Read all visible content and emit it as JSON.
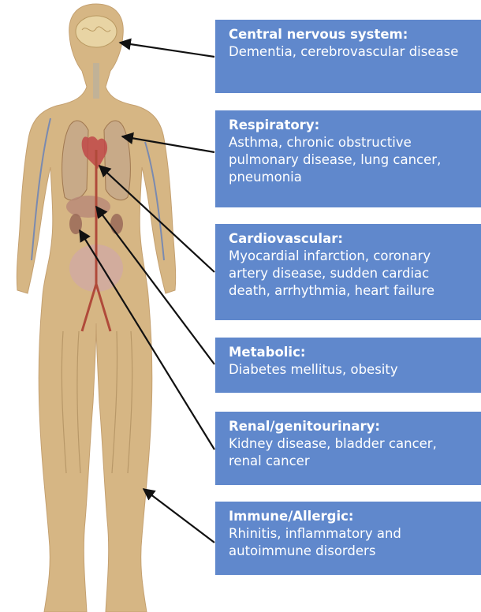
{
  "boxes": [
    {
      "title": "Central nervous system:",
      "text": "Dementia, cerebrovascular disease"
    },
    {
      "title": "Respiratory:",
      "text": "Asthma, chronic obstructive pulmonary disease, lung cancer, pneumonia"
    },
    {
      "title": "Cardiovascular:",
      "text": "Myocardial infarction, coronary artery disease, sudden cardiac death, arrhythmia, heart failure"
    },
    {
      "title": "Metabolic:",
      "text": "Diabetes mellitus, obesity"
    },
    {
      "title": "Renal/genitourinary:",
      "text": "Kidney disease, bladder cancer, renal cancer"
    },
    {
      "title": "Immune/Allergic:",
      "text": "Rhinitis, inflammatory and autoimmune disorders"
    }
  ],
  "colors": {
    "box_fill": "#6088cc",
    "box_text": "#ffffff",
    "body_fill": "#d6b684",
    "body_outline": "#c4a070",
    "arrow": "#111111"
  }
}
